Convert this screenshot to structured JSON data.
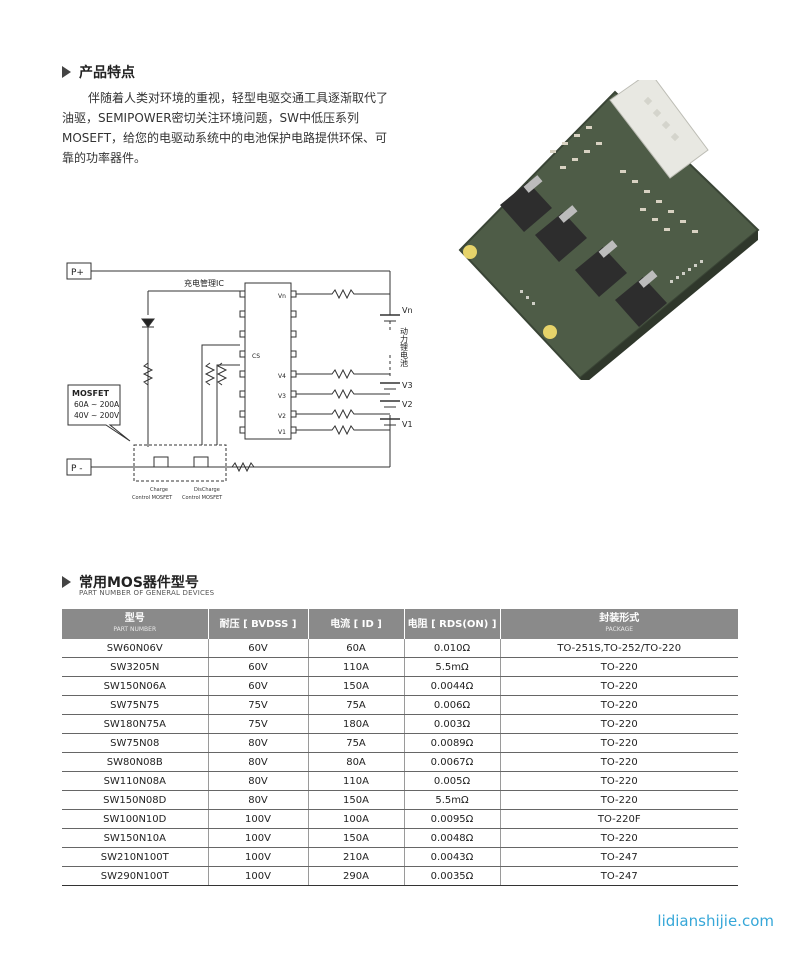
{
  "features": {
    "title": "产品特点",
    "lines": [
      "伴随着人类对环境的重视，轻型电驱交通工具逐渐取代了",
      "油驱，SEMIPOWER密切关注环境问题，SW中低压系列",
      "MOSEFT，给您的电驱动系统中的电池保护电路提供环保、可",
      "靠的功率器件。"
    ]
  },
  "circuit": {
    "p_plus": "P+",
    "p_minus": "P -",
    "ic_label": "充电管理IC",
    "cs": "CS",
    "pins_right": [
      "Vn",
      "V4",
      "V3",
      "V2",
      "V1"
    ],
    "batt_labels": [
      "Vn",
      "V3",
      "V2",
      "V1"
    ],
    "batt_vertical": "动力锂电池",
    "mosfet_box": [
      "MOSFET",
      "60A ~ 200A",
      "40V ~ 200V"
    ],
    "charge_label": [
      "Charge",
      "Control MOSFET"
    ],
    "discharge_label": [
      "DisCharge",
      "Control MOSFET"
    ]
  },
  "mos": {
    "title": "常用MOS器件型号",
    "subtitle": "PART NUMBER OF GENERAL DEVICES",
    "headers": [
      {
        "cn": "型号",
        "en": "PART NUMBER"
      },
      {
        "cn": "耐压 [ BVDSS ]",
        "en": ""
      },
      {
        "cn": "电流 [ ID ]",
        "en": ""
      },
      {
        "cn": "电阻 [ RDS(ON) ]",
        "en": ""
      },
      {
        "cn": "封装形式",
        "en": "PACKAGE"
      }
    ],
    "rows": [
      [
        "SW60N06V",
        "60V",
        "60A",
        "0.010Ω",
        "TO-251S,TO-252/TO-220"
      ],
      [
        "SW3205N",
        "60V",
        "110A",
        "5.5mΩ",
        "TO-220"
      ],
      [
        "SW150N06A",
        "60V",
        "150A",
        "0.0044Ω",
        "TO-220"
      ],
      [
        "SW75N75",
        "75V",
        "75A",
        "0.006Ω",
        "TO-220"
      ],
      [
        "SW180N75A",
        "75V",
        "180A",
        "0.003Ω",
        "TO-220"
      ],
      [
        "SW75N08",
        "80V",
        "75A",
        "0.0089Ω",
        "TO-220"
      ],
      [
        "SW80N08B",
        "80V",
        "80A",
        "0.0067Ω",
        "TO-220"
      ],
      [
        "SW110N08A",
        "80V",
        "110A",
        "0.005Ω",
        "TO-220"
      ],
      [
        "SW150N08D",
        "80V",
        "150A",
        "5.5mΩ",
        "TO-220"
      ],
      [
        "SW100N10D",
        "100V",
        "100A",
        "0.0095Ω",
        "TO-220F"
      ],
      [
        "SW150N10A",
        "100V",
        "150A",
        "0.0048Ω",
        "TO-220"
      ],
      [
        "SW210N100T",
        "100V",
        "210A",
        "0.0043Ω",
        "TO-247"
      ],
      [
        "SW290N100T",
        "100V",
        "290A",
        "0.0035Ω",
        "TO-247"
      ]
    ]
  },
  "footer": {
    "site": "lidianshijie.com"
  },
  "colors": {
    "table_header": "#8a8a8a",
    "board": "#4e5c47",
    "link": "#36a7d8"
  }
}
